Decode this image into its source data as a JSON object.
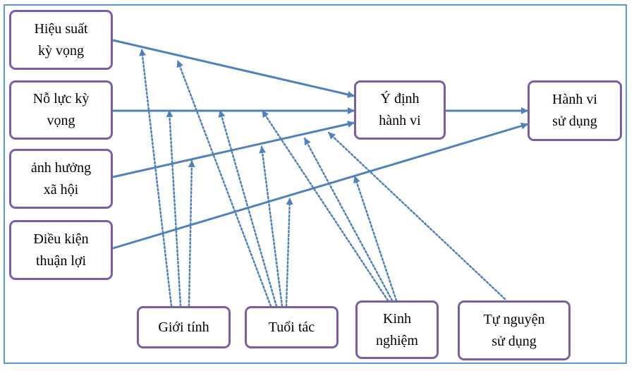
{
  "colors": {
    "frame": "#5b9bd5",
    "box_border": "#7b5ea6",
    "arrow": "#4f81bd",
    "text": "#000000"
  },
  "nodes": {
    "performance_expectancy": "Hiệu suất\nkỳ vọng",
    "effort_expectancy": "Nỗ lực kỳ\nvọng",
    "social_influence": "ảnh hưởng\nxã hội",
    "facilitating_conditions": "Điều kiện\nthuận lợi",
    "behavioral_intention": "Ý định\nhành vi",
    "use_behavior": "Hành vi\nsử dụng",
    "gender": "Giới tính",
    "age": "Tuổi tác",
    "experience": "Kinh\nnghiệm",
    "voluntariness": "Tự nguyện\nsử dụng"
  },
  "relationships": [
    {
      "from": "performance_expectancy",
      "to": "behavioral_intention",
      "moderators": [
        "gender",
        "age"
      ]
    },
    {
      "from": "effort_expectancy",
      "to": "behavioral_intention",
      "moderators": [
        "gender",
        "age",
        "experience"
      ]
    },
    {
      "from": "social_influence",
      "to": "behavioral_intention",
      "moderators": [
        "gender",
        "age",
        "experience",
        "voluntariness"
      ]
    },
    {
      "from": "facilitating_conditions",
      "to": "use_behavior",
      "moderators": [
        "age",
        "experience"
      ]
    },
    {
      "from": "behavioral_intention",
      "to": "use_behavior",
      "moderators": []
    }
  ]
}
